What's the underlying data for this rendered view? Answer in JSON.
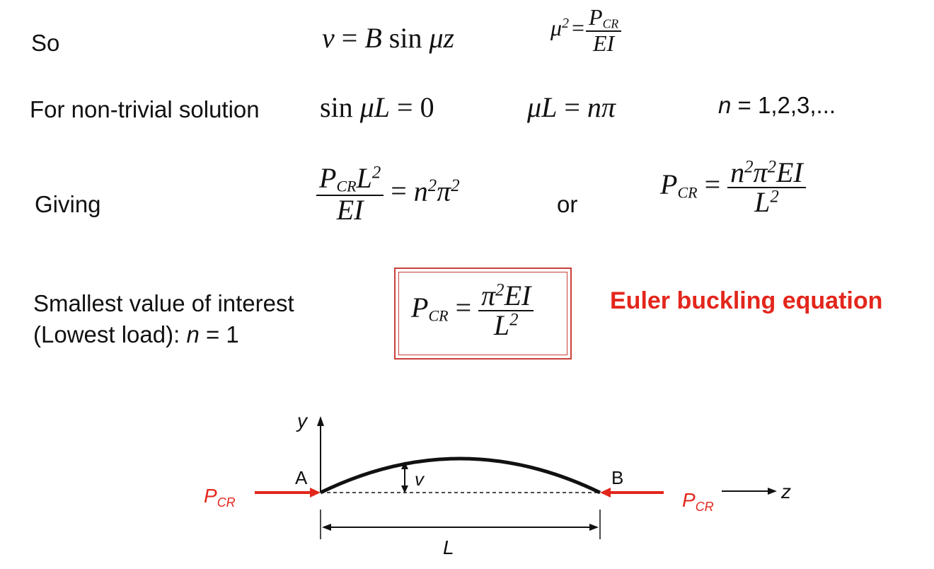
{
  "rows": {
    "so": {
      "label": "So",
      "eq1": {
        "lhs": "v",
        "eq": "=",
        "coef": "B",
        "fn": "sin",
        "arg": "μz"
      },
      "eq2": {
        "lhs": "μ",
        "exp": "2",
        "eq": "=",
        "num": "P",
        "num_sub": "CR",
        "den": "EI"
      }
    },
    "nontrivial": {
      "label": "For non-trivial solution",
      "eq1": {
        "fn": "sin",
        "arg": "μL",
        "eq": "=",
        "rhs": "0"
      },
      "eq2": {
        "lhs": "μL",
        "eq": "=",
        "rhs": "nπ"
      },
      "range": {
        "var": "n",
        "values": "= 1,2,3,..."
      }
    },
    "giving": {
      "label": "Giving",
      "eq1": {
        "num_p": "P",
        "num_sub": "CR",
        "num_l": "L",
        "num_exp": "2",
        "den": "EI",
        "eq": "=",
        "rhs_n": "n",
        "rhs_pi": "π",
        "exp": "2"
      },
      "or_label": "or",
      "eq2": {
        "lhs": "P",
        "lhs_sub": "CR",
        "eq": "=",
        "num_n": "n",
        "num_pi": "π",
        "num_ei": "EI",
        "exp": "2",
        "den": "L",
        "den_exp": "2"
      }
    },
    "smallest": {
      "line1": "Smallest value of interest",
      "line2_prefix": "(Lowest load): ",
      "line2_var": "n",
      "line2_suffix": " = 1",
      "boxed": {
        "lhs": "P",
        "lhs_sub": "CR",
        "eq": "=",
        "num_pi": "π",
        "num_exp": "2",
        "num_ei": "EI",
        "den": "L",
        "den_exp": "2"
      },
      "euler_label": "Euler buckling equation"
    }
  },
  "diagram": {
    "y_axis": "y",
    "z_axis": "z",
    "point_a": "A",
    "point_b": "B",
    "deflection": "v",
    "length": "L",
    "load_left": {
      "p": "P",
      "sub": "CR"
    },
    "load_right": {
      "p": "P",
      "sub": "CR"
    }
  },
  "colors": {
    "accent": "#e3261c",
    "box": "#c8403a",
    "text": "#111111"
  }
}
